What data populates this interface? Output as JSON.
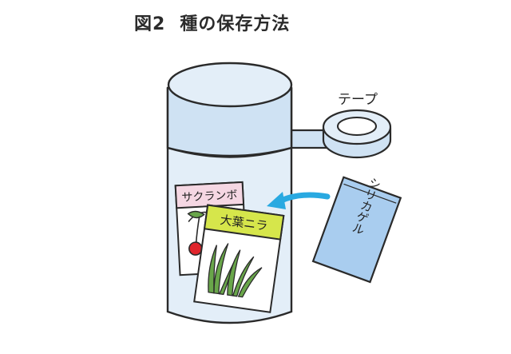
{
  "figure": {
    "number": "図2",
    "title": "種の保存方法"
  },
  "labels": {
    "tape": "テープ",
    "silica_gel": "シリカゲル",
    "packet_cherry": "サクランボ",
    "packet_leek": "大葉ニラ"
  },
  "colors": {
    "outline": "#2a2a2a",
    "jar_light": "#e3eef8",
    "jar_mid": "#cfe2f3",
    "silica": "#a9cdef",
    "arrow": "#29a9e1",
    "label_green": "#d6e64b",
    "cherry_red": "#e0252c",
    "leaf_green": "#69a64a"
  },
  "icons": {
    "arrow": "curved-arrow-icon",
    "cherry": "cherry-icon",
    "sprout": "sprout-icon"
  }
}
